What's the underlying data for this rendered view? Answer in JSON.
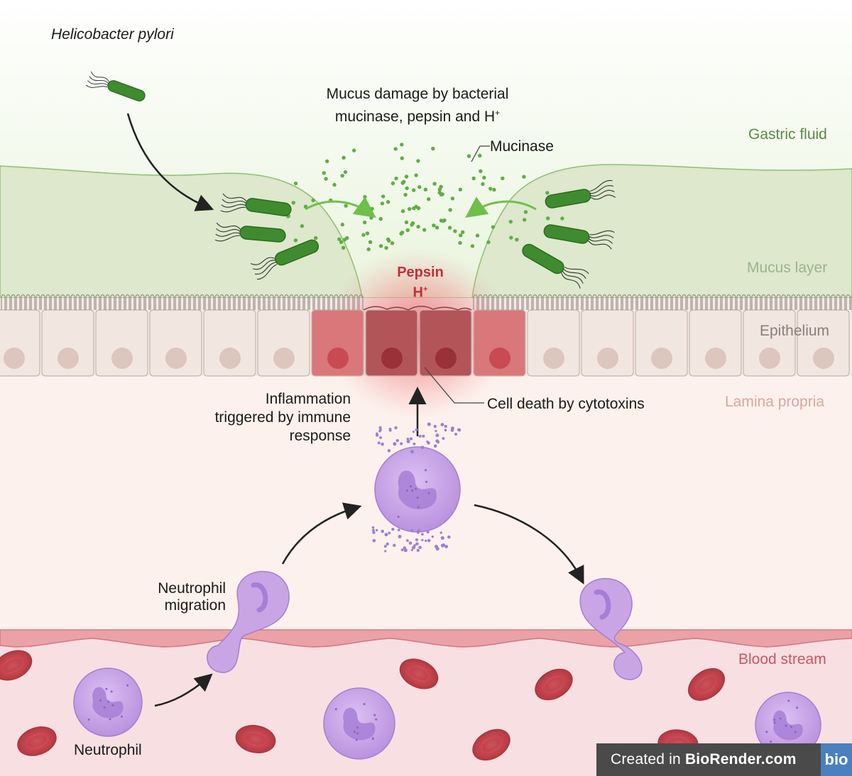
{
  "labels": {
    "bacterium_name": "Helicobacter pylori",
    "mucus_damage_line1": "Mucus damage by bacterial",
    "mucus_damage_line2": "mucinase, pepsin and H",
    "superscript_plus": "+",
    "mucinase": "Mucinase",
    "pepsin": "Pepsin",
    "h_ion": "H",
    "inflammation_line1": "Inflammation",
    "inflammation_line2": "triggered by immune",
    "inflammation_line3": "response",
    "cell_death": "Cell death by cytotoxins",
    "neutrophil_migration_line1": "Neutrophil",
    "neutrophil_migration_line2": "migration",
    "neutrophil": "Neutrophil"
  },
  "layers": {
    "gastric_fluid": "Gastric fluid",
    "mucus_layer": "Mucus layer",
    "epithelium": "Epithelium",
    "lamina_propria": "Lamina propria",
    "blood_stream": "Blood stream"
  },
  "badge": {
    "prefix": "Created in ",
    "brand": "BioRender.com",
    "logo": "bio"
  },
  "colors": {
    "gastric_fluid": "#eef7e4",
    "mucus": "#dfe9cf",
    "epithelium_cell": "#f2e6e1",
    "damaged_cell": "#d9777b",
    "dead_cell": "#b35459",
    "lamina_propria": "#fcf1ec",
    "blood_stream": "#f8dde0",
    "bacterium": "#3e8c2f",
    "neutrophil": "#c9a5e6",
    "red_blood_cell": "#c9464f",
    "pepsin_text": "#c0303a"
  }
}
